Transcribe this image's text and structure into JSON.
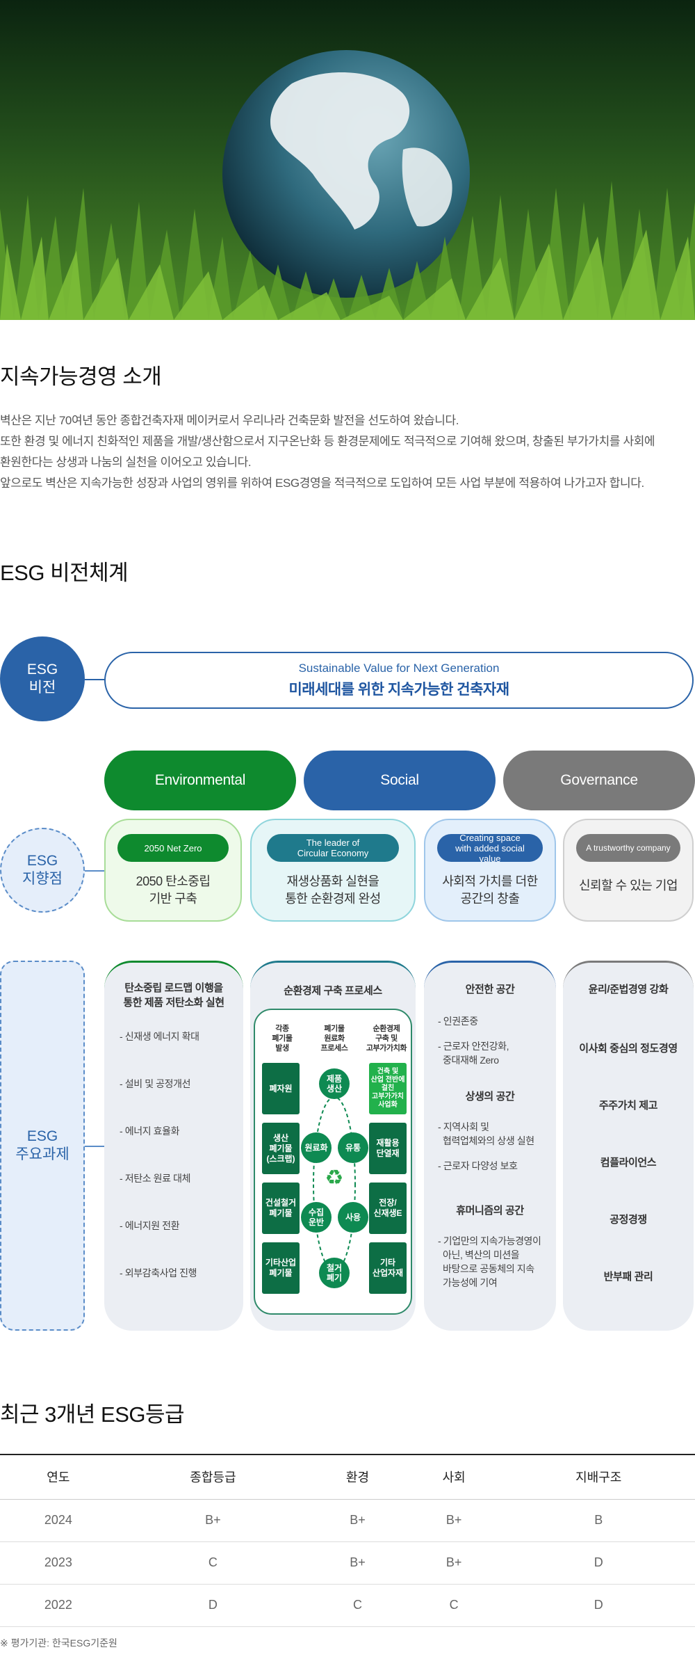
{
  "sections": {
    "intro_title": "지속가능경영 소개",
    "vision_title": "ESG 비전체계",
    "grade_title": "최근 3개년 ESG등급"
  },
  "intro": {
    "paragraphs": [
      "벽산은 지난 70여년 동안 종합건축자재 메이커로서 우리나라 건축문화 발전을 선도하여 왔습니다.",
      "또한 환경 및 에너지 친화적인 제품을 개발/생산함으로서 지구온난화 등 환경문제에도 적극적으로 기여해 왔으며, 창출된 부가가치를 사회에",
      "환원한다는 상생과 나눔의 실천을 이어오고 있습니다.",
      "앞으로도 벽산은 지속가능한 성장과 사업의 영위를 위하여 ESG경영을 적극적으로 도입하여 모든 사업 부분에 적용하여 나가고자 합니다."
    ]
  },
  "vision": {
    "label": "ESG\n비전",
    "english": "Sustainable Value for Next Generation",
    "korean": "미래세대를 위한 지속가능한 건축자재"
  },
  "categories": [
    "Environmental",
    "Social",
    "Governance"
  ],
  "directions": {
    "label": "ESG\n지향점",
    "cards": [
      {
        "badge": "2050 Net Zero",
        "text": "2050 탄소중립\n기반 구축"
      },
      {
        "badge": "The leader of\nCircular Economy",
        "text": "재생상품화 실현을\n통한 순환경제 완성"
      },
      {
        "badge": "Creating space\nwith added social value",
        "text": "사회적 가치를 더한\n공간의 창출"
      },
      {
        "badge": "A trustworthy company",
        "text": "신뢰할 수 있는 기업"
      }
    ]
  },
  "tasks": {
    "label": "ESG\n주요과제",
    "env": {
      "title": "탄소중립 로드맵 이행을\n통한 제품 저탄소화 실현",
      "items": [
        "- 신재생 에너지 확대",
        "- 설비 및 공정개선",
        "- 에너지 효율화",
        "- 저탄소 원료 대체",
        "- 에너지원 전환",
        "- 외부감축사업 진행"
      ]
    },
    "circular": {
      "title": "순환경제 구축 프로세스",
      "headers": [
        "각종\n폐기물\n발생",
        "폐기물\n원료화\n프로세스",
        "순환경제\n구축 및\n고부가가치화"
      ],
      "left": [
        "폐자원",
        "생산\n폐기물\n(스크랩)",
        "건설철거\n폐기물",
        "기타산업\n폐기물"
      ],
      "right": [
        "건축 및\n산업 전반에\n걸친\n고부가가치\n사업화",
        "재활용\n단열재",
        "전장/\n신재생E",
        "기타\n산업자재"
      ],
      "cycle": [
        "제품\n생산",
        "유통",
        "사용",
        "철거\n폐기",
        "수집\n운반",
        "원료화"
      ]
    },
    "social": {
      "groups": [
        {
          "title": "안전한 공간",
          "items": [
            "- 인권존중",
            "- 근로자 안전강화,\n  중대재해 Zero"
          ]
        },
        {
          "title": "상생의 공간",
          "items": [
            "- 지역사회 및\n  협력업체와의 상생 실현",
            "- 근로자 다양성 보호"
          ]
        },
        {
          "title": "휴머니즘의 공간",
          "items": [
            "- 기업만의 지속가능경영이\n  아닌, 벽산의 미션을\n  바탕으로 공동체의 지속\n  가능성에 기여"
          ]
        }
      ]
    },
    "gov": {
      "title": "윤리/준법경영 강화",
      "items": [
        "이사회 중심의 정도경영",
        "주주가치 제고",
        "컴플라이언스",
        "공정경쟁",
        "반부패 관리"
      ]
    }
  },
  "grades": {
    "headers": [
      "연도",
      "종합등급",
      "환경",
      "사회",
      "지배구조"
    ],
    "rows": [
      [
        "2024",
        "B+",
        "B+",
        "B+",
        "B"
      ],
      [
        "2023",
        "C",
        "B+",
        "B+",
        "D"
      ],
      [
        "2022",
        "D",
        "C",
        "C",
        "D"
      ]
    ],
    "note": "※ 평가기관: 한국ESG기준원"
  },
  "colors": {
    "env": "#0e8a2e",
    "social": "#2a63a8",
    "gov": "#7a7a7a",
    "circular": "#1f7a8c"
  }
}
